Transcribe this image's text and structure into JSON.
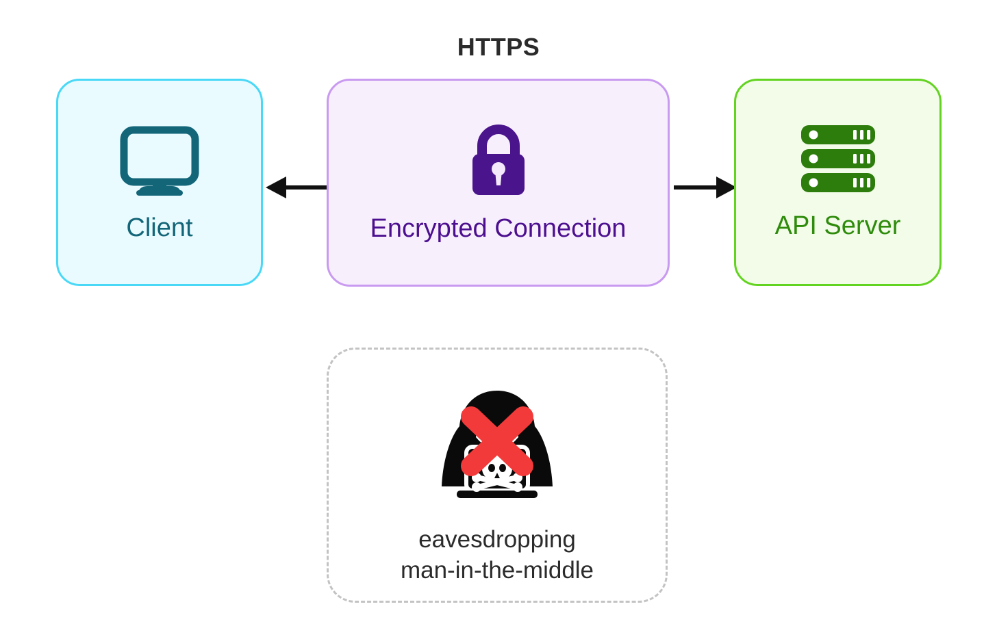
{
  "title": "HTTPS",
  "colors": {
    "background": "#ffffff",
    "title_text": "#2b2b2b",
    "client_fill": "#e9fbff",
    "client_border": "#4ad8f7",
    "client_accent": "#136578",
    "encrypted_fill": "#f8effd",
    "encrypted_border": "#c89af0",
    "encrypted_accent": "#4c0f8f",
    "api_fill": "#f2fce8",
    "api_border": "#63d321",
    "api_accent": "#2e8b0b",
    "server_icon": "#2d7d0c",
    "threat_border": "#c3c3c3",
    "threat_text": "#2b2b2b",
    "hacker_body": "#0a0a0a",
    "cross_red": "#f23a3a",
    "arrow": "#111111"
  },
  "nodes": {
    "client": {
      "label": "Client",
      "icon": "desktop-monitor-icon"
    },
    "encrypted": {
      "label": "Encrypted Connection",
      "icon": "padlock-icon"
    },
    "api": {
      "label": "API Server",
      "icon": "server-rack-icon"
    },
    "threat": {
      "label_line1": "eavesdropping",
      "label_line2": "man-in-the-middle",
      "icon": "hacker-blocked-icon"
    }
  },
  "arrows": {
    "left": {
      "name": "arrow-to-client",
      "direction": "left"
    },
    "right": {
      "name": "arrow-to-api-server",
      "direction": "right"
    }
  }
}
